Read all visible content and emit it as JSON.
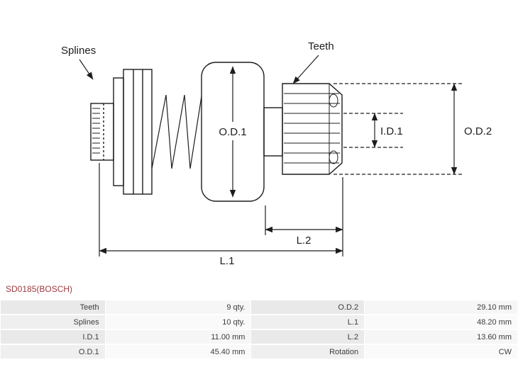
{
  "title": "SD0185(BOSCH)",
  "diagram": {
    "labels": {
      "splines": "Splines",
      "teeth": "Teeth",
      "od1": "O.D.1",
      "id1": "I.D.1",
      "od2": "O.D.2",
      "l2": "L.2",
      "l1": "L.1"
    }
  },
  "table": {
    "rows": [
      {
        "label1": "Teeth",
        "value1": "9 qty.",
        "label2": "O.D.2",
        "value2": "29.10 mm"
      },
      {
        "label1": "Splines",
        "value1": "10 qty.",
        "label2": "L.1",
        "value2": "48.20 mm"
      },
      {
        "label1": "I.D.1",
        "value1": "11.00 mm",
        "label2": "L.2",
        "value2": "13.60 mm"
      },
      {
        "label1": "O.D.1",
        "value1": "45.40 mm",
        "label2": "Rotation",
        "value2": "CW"
      }
    ]
  },
  "colors": {
    "title_color": "#9e3a40",
    "line_color": "#1d1d1d",
    "table_label_bg": "#e9e9e9",
    "table_value_bg": "#f6f6f6"
  }
}
